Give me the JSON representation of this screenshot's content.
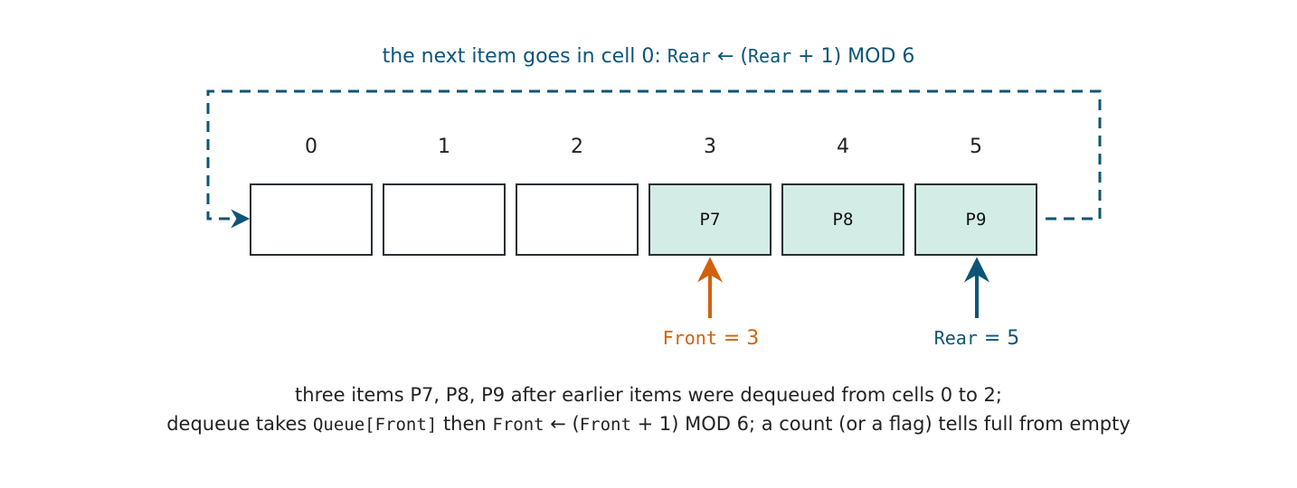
{
  "top_caption": {
    "prefix": "the next item goes in cell 0: ",
    "var1": "Rear",
    "middle": " ← (",
    "var2": "Rear",
    "suffix": " + 1) MOD 6"
  },
  "queue": {
    "indices": [
      "0",
      "1",
      "2",
      "3",
      "4",
      "5"
    ],
    "cells": [
      {
        "value": "",
        "filled": false
      },
      {
        "value": "",
        "filled": false
      },
      {
        "value": "",
        "filled": false
      },
      {
        "value": "P7",
        "filled": true
      },
      {
        "value": "P8",
        "filled": true
      },
      {
        "value": "P9",
        "filled": true
      }
    ]
  },
  "front_pointer": {
    "name": "Front",
    "eq": " = 3",
    "cell": 3
  },
  "rear_pointer": {
    "name": "Rear",
    "eq": " = 5",
    "cell": 5
  },
  "bottom_caption": {
    "line1": "three items P7, P8, P9 after earlier items were dequeued from cells 0 to 2;",
    "line2_a": "dequeue takes ",
    "line2_code1": "Queue[Front]",
    "line2_b": " then ",
    "line2_code2": "Front",
    "line2_c": " ← (",
    "line2_code3": "Front",
    "line2_d": " + 1) MOD 6; a count (or a flag) tells full from empty"
  },
  "colors": {
    "wrap_arrow": "#0e5478",
    "front": "#d0620e",
    "rear": "#0e5478",
    "filled_cell": "#d3ece6"
  }
}
